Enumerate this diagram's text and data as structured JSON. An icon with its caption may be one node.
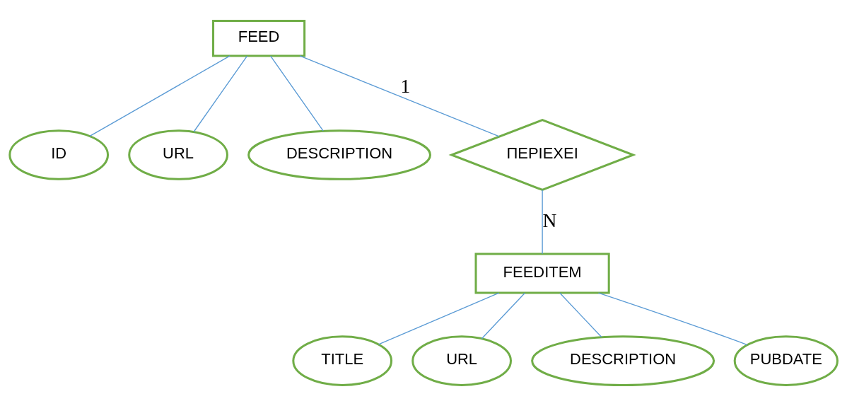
{
  "diagram": {
    "nodes": [
      {
        "text": [
          "FEED"
        ]
      },
      {
        "text": [
          "ID"
        ]
      },
      {
        "text": [
          "URL"
        ]
      },
      {
        "text": [
          "DESCRIPTION"
        ]
      },
      {
        "text": [
          "ΠΕΡΙΕΧΕΙ"
        ]
      },
      {
        "text": [
          "FEEDITEM"
        ]
      },
      {
        "text": [
          "TITLE"
        ]
      },
      {
        "text": [
          "URL"
        ]
      },
      {
        "text": [
          "DESCRIPTION"
        ]
      },
      {
        "text": [
          "PUBDATE"
        ]
      }
    ],
    "edges": [
      {
        "from": 0,
        "to": 1,
        "arrow": "none"
      },
      {
        "from": 0,
        "to": 2,
        "arrow": "none"
      },
      {
        "from": 0,
        "to": 3,
        "arrow": "none"
      },
      {
        "from": 0,
        "to": 4,
        "arrow": "none",
        "label": "1"
      },
      {
        "from": 4,
        "to": 5,
        "arrow": "none",
        "label": "N"
      },
      {
        "from": 5,
        "to": 6,
        "arrow": "none"
      },
      {
        "from": 5,
        "to": 7,
        "arrow": "none"
      },
      {
        "from": 5,
        "to": 8,
        "arrow": "none"
      },
      {
        "from": 5,
        "to": 9,
        "arrow": "none"
      }
    ]
  }
}
